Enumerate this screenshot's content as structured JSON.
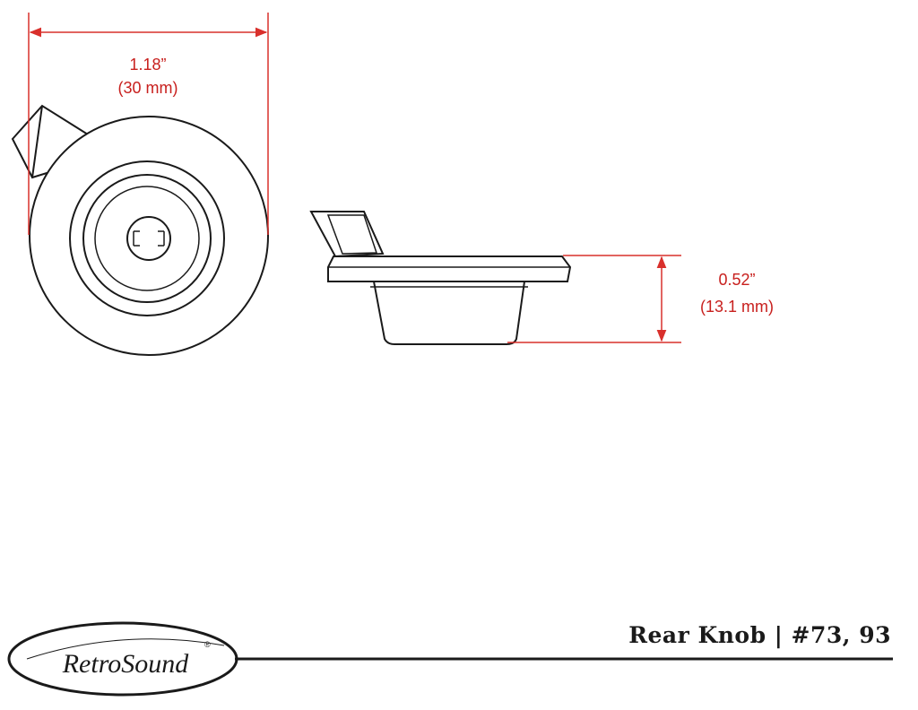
{
  "top_view": {
    "width_in": "1.18”",
    "width_mm": "(30 mm)"
  },
  "side_view": {
    "height_in": "0.52”",
    "height_mm": "(13.1 mm)"
  },
  "footer": {
    "brand": "RetroSound",
    "registered": "®",
    "title": "Rear Knob | #73, 93"
  },
  "colors": {
    "dimension": "#d9302c",
    "outline": "#1a1a1a"
  }
}
